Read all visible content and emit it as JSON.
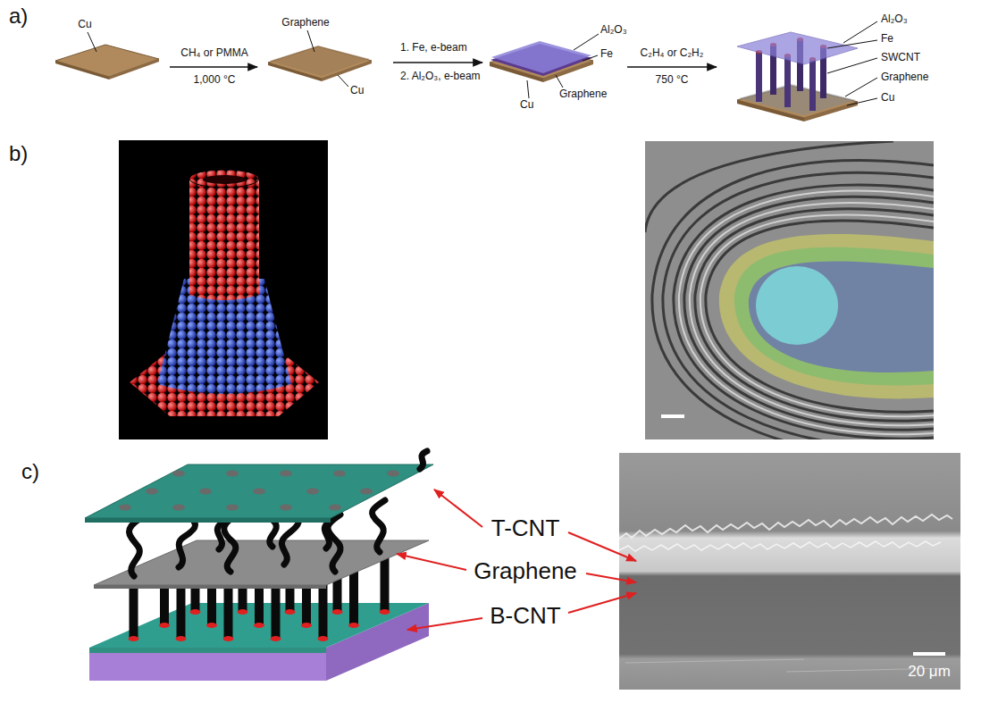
{
  "diagram": {
    "labels": [
      "a)",
      "Cu",
      "CH₄ or PMMA",
      "1,000 °C",
      "Graphene",
      "Cu",
      "1. Fe, e-beam",
      "2. Al₂O₃, e-beam",
      "Al₂O₃",
      "Fe",
      "Graphene",
      "Cu",
      "C₂H₄ or C₂H₂",
      "750 °C",
      "Al₂O₃",
      "Fe",
      "SWCNT",
      "Graphene",
      "Cu",
      "b)",
      "c)",
      "T-CNT",
      "Graphene",
      "B-CNT",
      "20 μm"
    ]
  }
}
